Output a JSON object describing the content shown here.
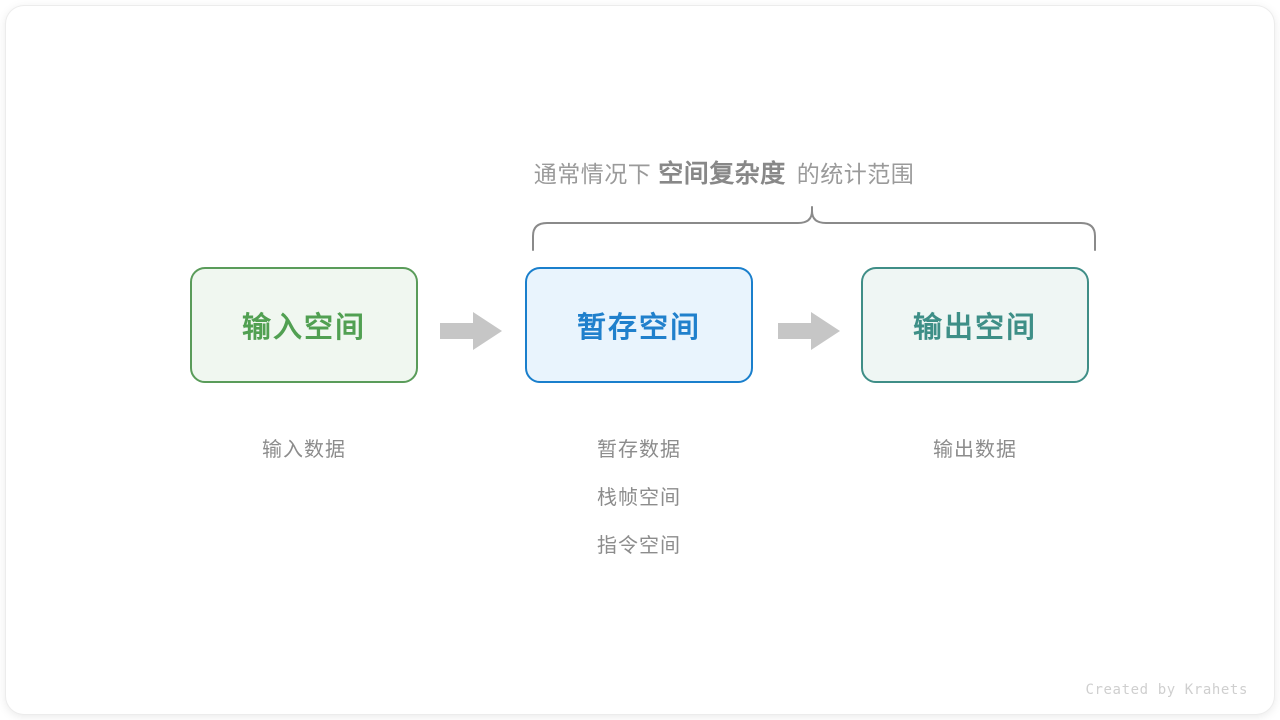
{
  "diagram": {
    "type": "flow",
    "heading": {
      "lead": "通常情况下",
      "strong": "空间复杂度",
      "tail": "的统计范围"
    },
    "brace": {
      "spans_labels": [
        "暂存空间",
        "输出空间"
      ],
      "color": "#8a8a8a"
    },
    "arrow_color": "#c6c6c6",
    "nodes": [
      {
        "id": "input",
        "label": "输入空间",
        "text_color": "#51a052",
        "border_color": "#5a9c5a",
        "fill_color": "#f0f7f0",
        "captions": [
          "输入数据"
        ]
      },
      {
        "id": "temp",
        "label": "暂存空间",
        "text_color": "#2080cc",
        "border_color": "#1a7fcc",
        "fill_color": "#e9f4fd",
        "captions": [
          "暂存数据",
          "栈帧空间",
          "指令空间"
        ]
      },
      {
        "id": "output",
        "label": "输出空间",
        "text_color": "#3e8f87",
        "border_color": "#3f8e87",
        "fill_color": "#eff6f4",
        "captions": [
          "输出数据"
        ]
      }
    ],
    "arrows": [
      {
        "id": "arrow-input-to-temp",
        "from": "input",
        "to": "temp"
      },
      {
        "id": "arrow-temp-to-output",
        "from": "temp",
        "to": "output"
      }
    ],
    "credit": "Created by Krahets"
  }
}
